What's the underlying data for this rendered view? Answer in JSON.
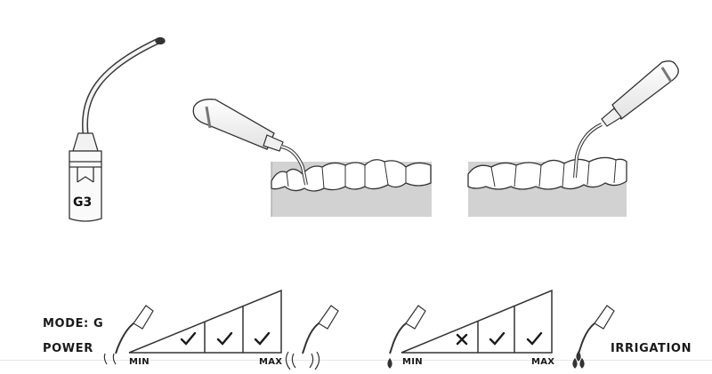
{
  "tip": {
    "label": "G3"
  },
  "settings": {
    "mode_label": "MODE: G",
    "power": {
      "label": "POWER",
      "min_label": "MIN",
      "max_label": "MAX",
      "levels": [
        "check",
        "check",
        "check"
      ]
    },
    "irrigation": {
      "label": "IRRIGATION",
      "min_label": "MIN",
      "max_label": "MAX",
      "levels": [
        "cross",
        "check",
        "check"
      ]
    }
  }
}
